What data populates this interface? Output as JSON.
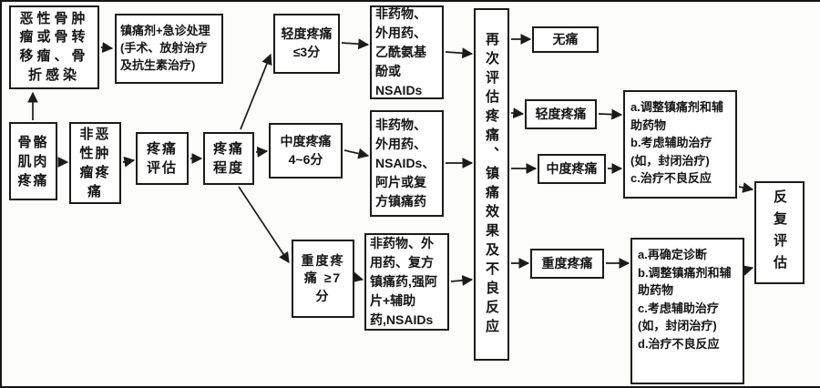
{
  "flowchart": {
    "nodes": {
      "malignant_bone_tumor": {
        "label": "恶性骨肿瘤或骨转移瘤、骨折感染"
      },
      "analgesic_emergency": {
        "label": "镇痛剂+急诊处理(手术、放射治疗及抗生素治疗)"
      },
      "musculoskeletal_pain": {
        "label": "骨骼肌肉疼痛"
      },
      "non_malignant_tumor_pain": {
        "label": "非恶性肿瘤疼痛"
      },
      "pain_assessment": {
        "label": "疼痛评估"
      },
      "pain_level": {
        "label": "疼痛程度"
      },
      "mild_pain_score": {
        "label": "轻度疼痛≤3分"
      },
      "moderate_pain_score": {
        "label": "中度疼痛4~6分"
      },
      "severe_pain_score": {
        "label": "重度疼痛 ≥7分"
      },
      "mild_treatment": {
        "label": "非药物、外用药、乙酰氨基酚或NSAIDs"
      },
      "moderate_treatment": {
        "label": "非药物、外用药、NSAIDs、阿片或复方镇痛药"
      },
      "severe_treatment": {
        "label": "非药物、外用药、复方镇痛药,强阿片+辅助药,NSAIDs"
      },
      "reassessment": {
        "label": "再次评估疼痛、镇痛效果及不良反应"
      },
      "no_pain": {
        "label": "无痛"
      },
      "mild_pain_result": {
        "label": "轻度疼痛"
      },
      "moderate_pain_result": {
        "label": "中度疼痛"
      },
      "severe_pain_result": {
        "label": "重度疼痛"
      },
      "mild_moderate_actions": {
        "lines": [
          "a.调整镇痛剂和辅助药物",
          "b.考虑辅助治疗(如，封闭治疗)",
          "c.治疗不良反应"
        ]
      },
      "severe_actions": {
        "lines": [
          "a.再确定诊断",
          "b.调整镇痛剂和辅助药物",
          "c.考虑辅助治疗(如，封闭治疗)",
          "d.治疗不良反应"
        ]
      },
      "repeat_evaluation": {
        "label": "反复评估"
      }
    },
    "edges": [
      {
        "from": "musculoskeletal_pain",
        "to": "malignant_bone_tumor"
      },
      {
        "from": "malignant_bone_tumor",
        "to": "analgesic_emergency"
      },
      {
        "from": "musculoskeletal_pain",
        "to": "non_malignant_tumor_pain"
      },
      {
        "from": "non_malignant_tumor_pain",
        "to": "pain_assessment"
      },
      {
        "from": "pain_assessment",
        "to": "pain_level"
      },
      {
        "from": "pain_level",
        "to": "mild_pain_score"
      },
      {
        "from": "pain_level",
        "to": "moderate_pain_score"
      },
      {
        "from": "pain_level",
        "to": "severe_pain_score"
      },
      {
        "from": "mild_pain_score",
        "to": "mild_treatment"
      },
      {
        "from": "moderate_pain_score",
        "to": "moderate_treatment"
      },
      {
        "from": "severe_pain_score",
        "to": "severe_treatment"
      },
      {
        "from": "mild_treatment",
        "to": "reassessment"
      },
      {
        "from": "moderate_treatment",
        "to": "reassessment"
      },
      {
        "from": "severe_treatment",
        "to": "reassessment"
      },
      {
        "from": "reassessment",
        "to": "no_pain"
      },
      {
        "from": "reassessment",
        "to": "mild_pain_result"
      },
      {
        "from": "reassessment",
        "to": "moderate_pain_result"
      },
      {
        "from": "reassessment",
        "to": "severe_pain_result"
      },
      {
        "from": "mild_pain_result",
        "to": "mild_moderate_actions"
      },
      {
        "from": "moderate_pain_result",
        "to": "mild_moderate_actions"
      },
      {
        "from": "severe_pain_result",
        "to": "severe_actions"
      },
      {
        "from": "mild_moderate_actions",
        "to": "repeat_evaluation"
      },
      {
        "from": "severe_actions",
        "to": "repeat_evaluation"
      }
    ],
    "colors": {
      "line": "#1b1b1b",
      "box_border": "#1b1b1b",
      "background": "#fcfcfa",
      "text": "#141414"
    }
  }
}
